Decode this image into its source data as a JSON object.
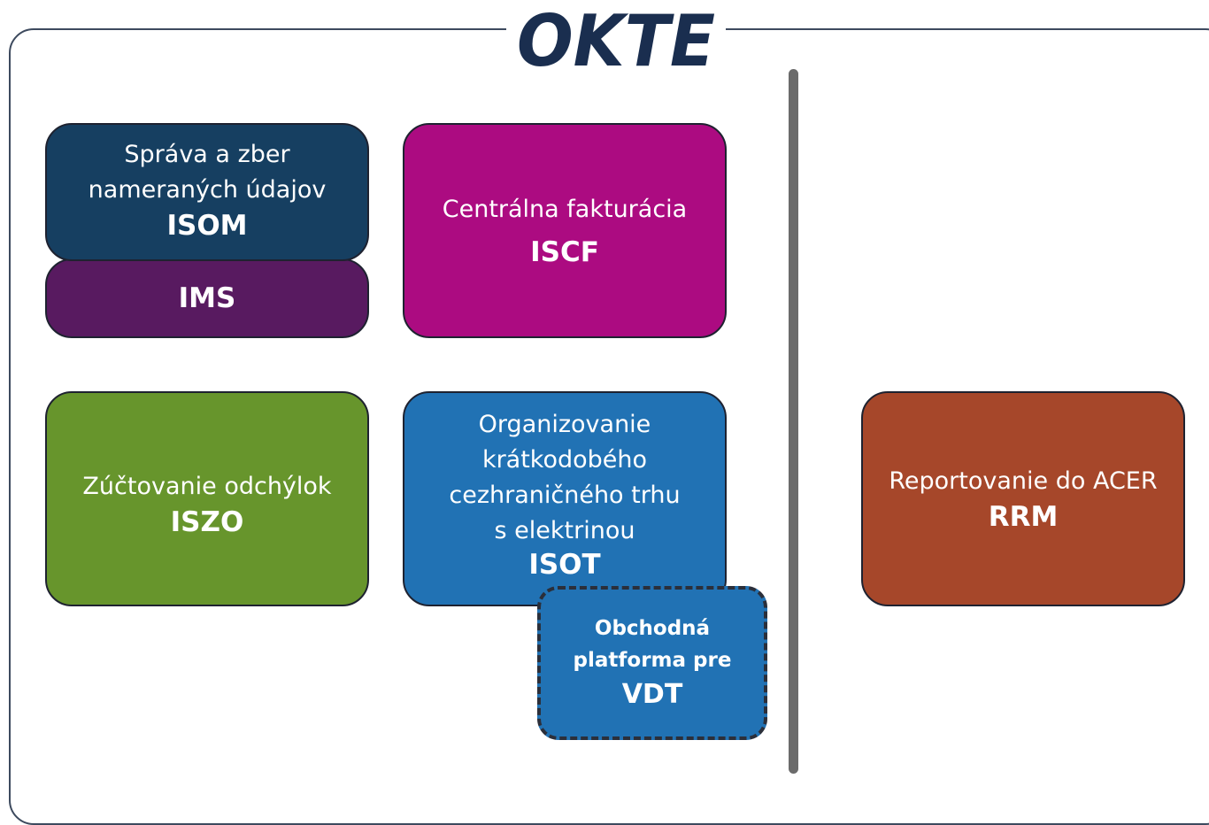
{
  "logo": {
    "text": "OKTE",
    "color": "#1a2e4f"
  },
  "boxes": {
    "isom": {
      "label": "Správa a zber\nnameraných údajov",
      "code": "ISOM",
      "color": "#163f61"
    },
    "ims": {
      "code": "IMS",
      "color": "#581a60"
    },
    "iscf": {
      "label": "Centrálna fakturácia",
      "code": "ISCF",
      "color": "#ac0b81"
    },
    "iszo": {
      "label": "Zúčtovanie odchýlok",
      "code": "ISZO",
      "color": "#67952c"
    },
    "isot": {
      "label": "Organizovanie\nkrátkodobého\ncezhraničného trhu\ns elektrinou",
      "code": "ISOT",
      "color": "#2172b4"
    },
    "vdt": {
      "label": "Obchodná\nplatforma pre",
      "code": "VDT",
      "color": "#2172b4"
    },
    "rrm": {
      "label": "Reportovanie do ACER",
      "code": "RRM",
      "color": "#a6472a"
    }
  }
}
